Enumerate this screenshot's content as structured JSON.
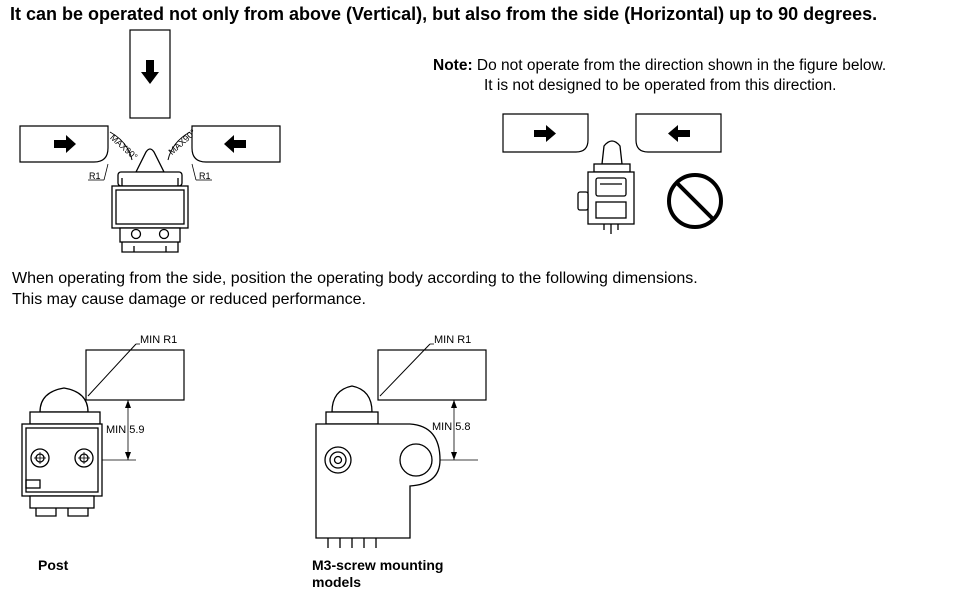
{
  "heading": "It can be operated not only from above (Vertical), but also from the side (Horizontal) up to 90 degrees.",
  "note": {
    "label": "Note:",
    "line1": "Do not operate from the direction shown in the figure below.",
    "line2": "It is not designed to be operated from this direction."
  },
  "top_figure": {
    "left_angle": "MAX90°",
    "right_angle": "MAX90°",
    "left_radius": "R1",
    "right_radius": "R1"
  },
  "prohibited_icon": "no-entry-icon",
  "body": {
    "line1": "When operating from the side, position the operating body according to the following dimensions.",
    "line2": "This may cause damage or reduced performance."
  },
  "post_figure": {
    "radius_label": "MIN R1",
    "height_label": "MIN 5.9",
    "caption": "Post"
  },
  "m3_figure": {
    "radius_label": "MIN R1",
    "height_label": "MIN 5.8",
    "caption_line1": "M3-screw mounting",
    "caption_line2": "models"
  }
}
